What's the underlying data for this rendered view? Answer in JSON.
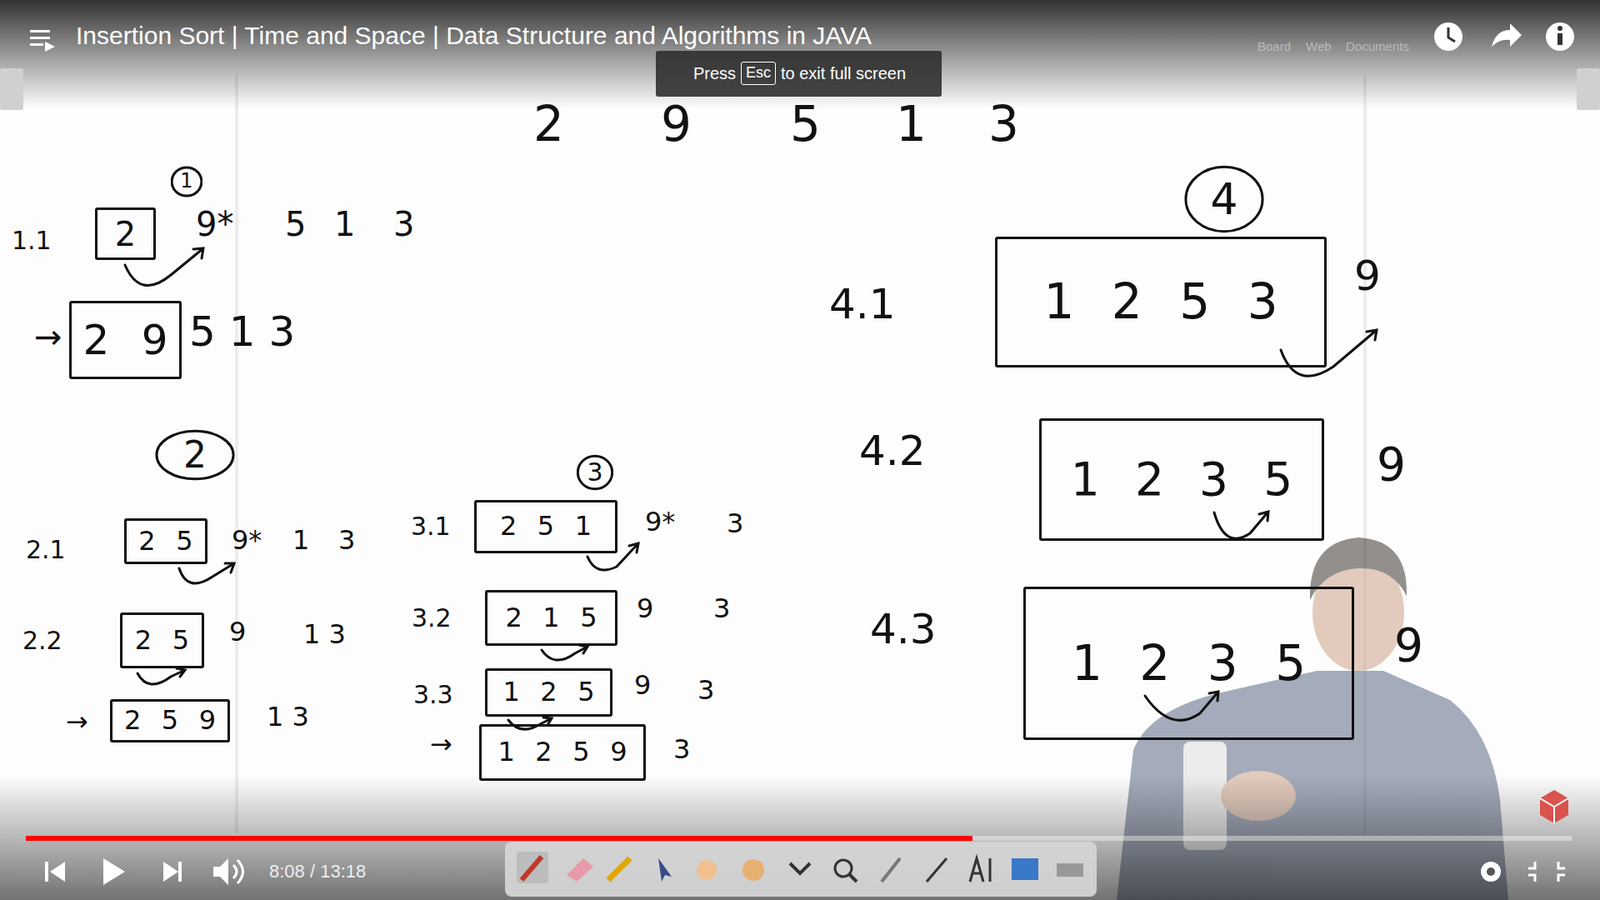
{
  "diagram": {
    "title": "Insertion Sort | Time and Space | Data Structure and Algorithms in JAVA",
    "nodes": [
      {
        "text": [
          "1"
        ]
      },
      {
        "text": [
          "2"
        ]
      },
      {
        "text": [
          "2 9"
        ]
      },
      {
        "text": [
          "2"
        ]
      },
      {
        "text": [
          "2 5"
        ]
      },
      {
        "text": [
          "2 5"
        ]
      },
      {
        "text": [
          "2 5 9"
        ]
      },
      {
        "text": [
          "3"
        ]
      },
      {
        "text": [
          "2 5 1"
        ]
      },
      {
        "text": [
          "2 1 5"
        ]
      },
      {
        "text": [
          "1 2 5"
        ]
      },
      {
        "text": [
          "1 2 5 9"
        ]
      },
      {
        "text": [
          "4"
        ]
      },
      {
        "text": [
          "1 2 5 3"
        ]
      },
      {
        "text": [
          "1 2 3 5"
        ]
      },
      {
        "text": [
          "1 2 3 5"
        ]
      }
    ],
    "labels": [
      "2",
      "9",
      "5",
      "1",
      "3",
      "1.1",
      "9*",
      "5",
      "1",
      "3",
      "→",
      "5 1 3",
      "2.1",
      "9*",
      "1",
      "3",
      "2.2",
      "9",
      "1 3",
      "→",
      "1 3",
      "3.1",
      "9*",
      "3",
      "3.2",
      "9",
      "3",
      "3.3",
      "9",
      "3",
      "→",
      "3",
      "4.1",
      "9",
      "4.2",
      "9",
      "4.3",
      "9",
      "8:08 / 13:18",
      "Press",
      "Esc",
      "to exit full screen",
      "Board",
      "Web",
      "Documents"
    ]
  }
}
